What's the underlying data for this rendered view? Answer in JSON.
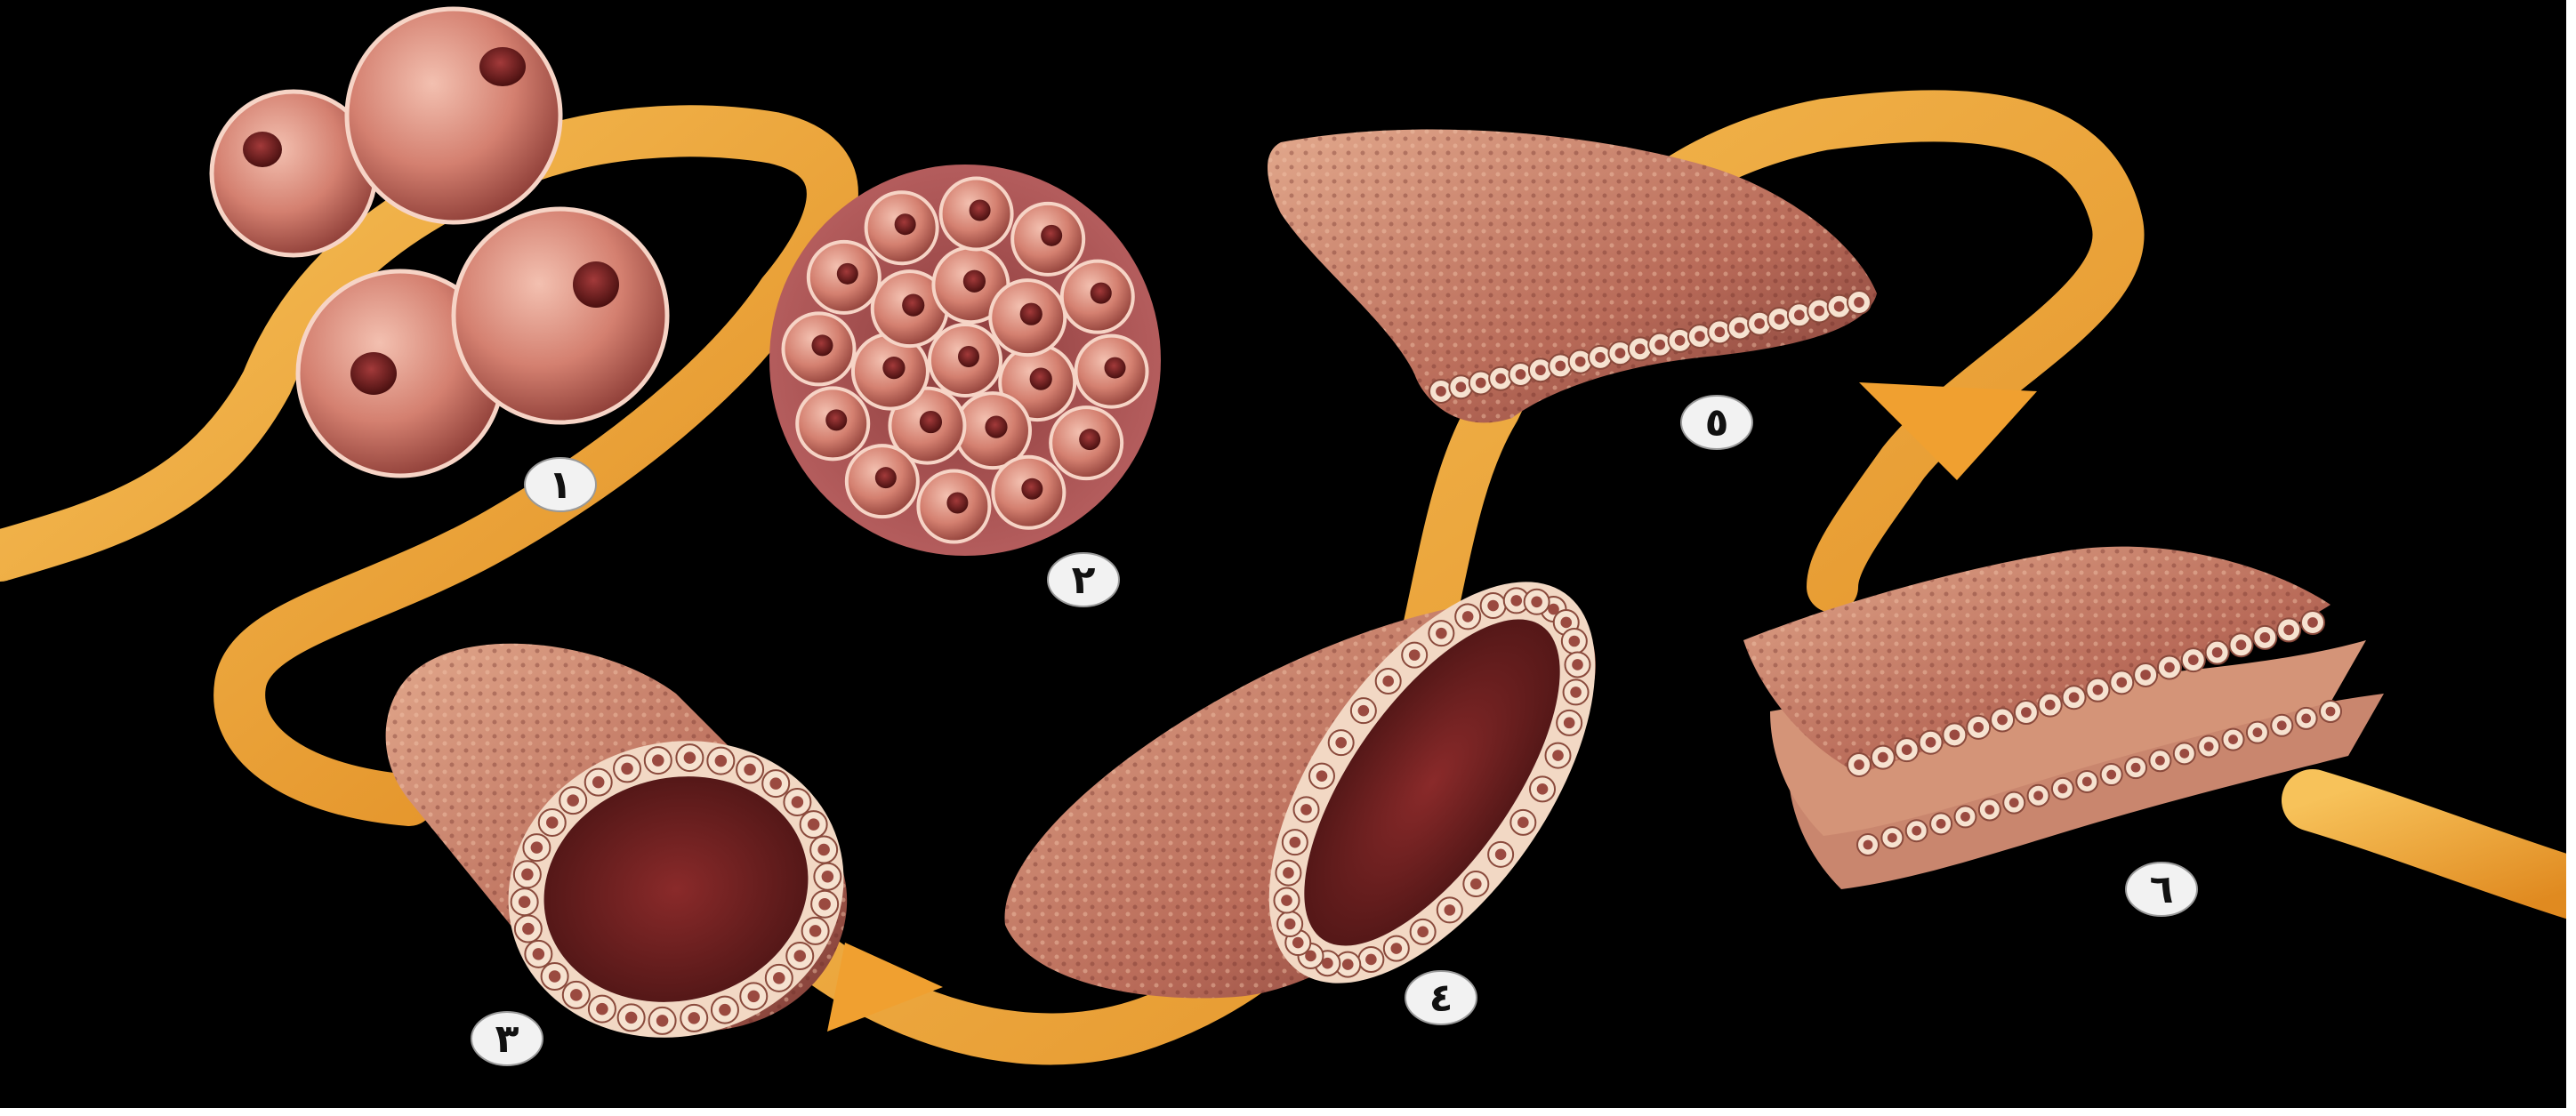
{
  "diagram": {
    "stages": [
      {
        "id": 1,
        "label": "١"
      },
      {
        "id": 2,
        "label": "٢"
      },
      {
        "id": 3,
        "label": "٣"
      },
      {
        "id": 4,
        "label": "٤"
      },
      {
        "id": 5,
        "label": "٥"
      },
      {
        "id": 6,
        "label": "٦"
      }
    ]
  },
  "colors": {
    "background": "#000000",
    "arrow": "#f0a030",
    "cell": "#d98878",
    "nucleus": "#7a2020",
    "tissue": "#c77a62",
    "badge": "#f2f2f2"
  }
}
